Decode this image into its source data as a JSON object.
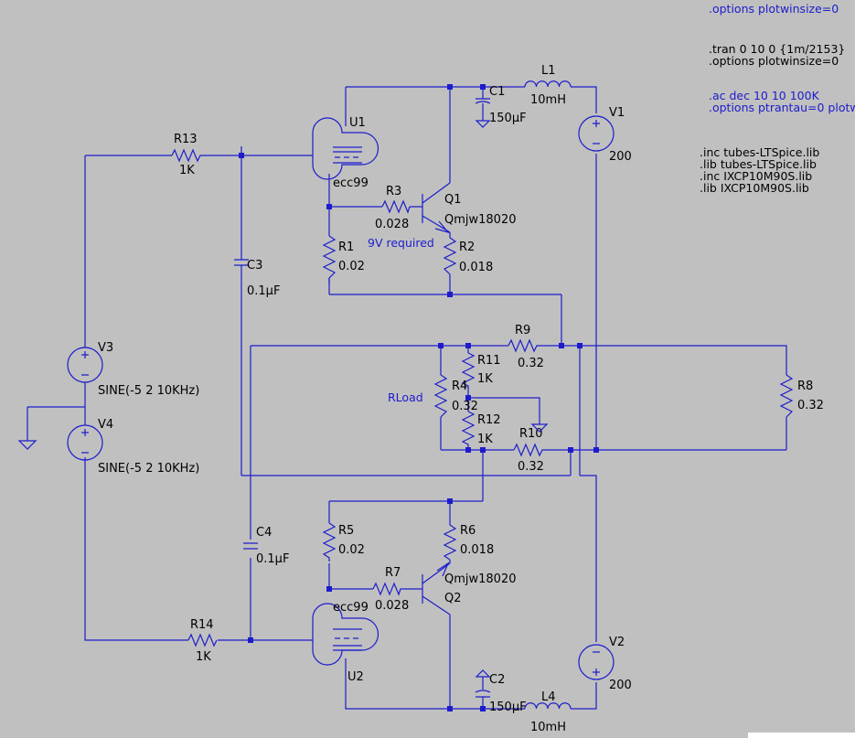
{
  "directives": {
    "plotwinsize_top": ".options plotwinsize=0",
    "tran": ".tran 0 10 0 {1m/2153}",
    "tran_options": ".options plotwinsize=0",
    "ac": ".ac dec 10 10 100K",
    "ac_options": ".options ptrantau=0 plotw",
    "includes": [
      ".inc tubes-LTSpice.lib",
      ".lib tubes-LTSpice.lib",
      ".inc IXCP10M90S.lib",
      ".lib IXCP10M90S.lib"
    ]
  },
  "components": {
    "u1": {
      "name": "U1",
      "model": "ecc99"
    },
    "u2": {
      "name": "U2",
      "model": "ecc99"
    },
    "q1": {
      "name": "Q1",
      "model": "Qmjw18020"
    },
    "q2": {
      "name": "Q2",
      "model": "Qmjw18020"
    },
    "c1": {
      "name": "C1",
      "value": "150µF"
    },
    "c2": {
      "name": "C2",
      "value": "150µF"
    },
    "c3": {
      "name": "C3",
      "value": "0.1µF"
    },
    "c4": {
      "name": "C4",
      "value": "0.1µF"
    },
    "l1": {
      "name": "L1",
      "value": "10mH"
    },
    "l4": {
      "name": "L4",
      "value": "10mH"
    },
    "v1": {
      "name": "V1",
      "value": "200"
    },
    "v2": {
      "name": "V2",
      "value": "200"
    },
    "v3": {
      "name": "V3",
      "value": "SINE(-5 2 10KHz)"
    },
    "v4": {
      "name": "V4",
      "value": "SINE(-5 2 10KHz)"
    },
    "r1": {
      "name": "R1",
      "value": "0.02"
    },
    "r2": {
      "name": "R2",
      "value": "0.018"
    },
    "r3": {
      "name": "R3",
      "value": "0.028"
    },
    "r4": {
      "name": "R4",
      "value": "0.32"
    },
    "r5": {
      "name": "R5",
      "value": "0.02"
    },
    "r6": {
      "name": "R6",
      "value": "0.018"
    },
    "r7": {
      "name": "R7",
      "value": "0.028"
    },
    "r8": {
      "name": "R8",
      "value": "0.32"
    },
    "r9": {
      "name": "R9",
      "value": "0.32"
    },
    "r10": {
      "name": "R10",
      "value": "0.32"
    },
    "r11": {
      "name": "R11",
      "value": "1K"
    },
    "r12": {
      "name": "R12",
      "value": "1K"
    },
    "r13": {
      "name": "R13",
      "value": "1K"
    },
    "r14": {
      "name": "R14",
      "value": "1K"
    }
  },
  "annotations": {
    "rload": "RLoad",
    "note_9v": "9V required"
  }
}
